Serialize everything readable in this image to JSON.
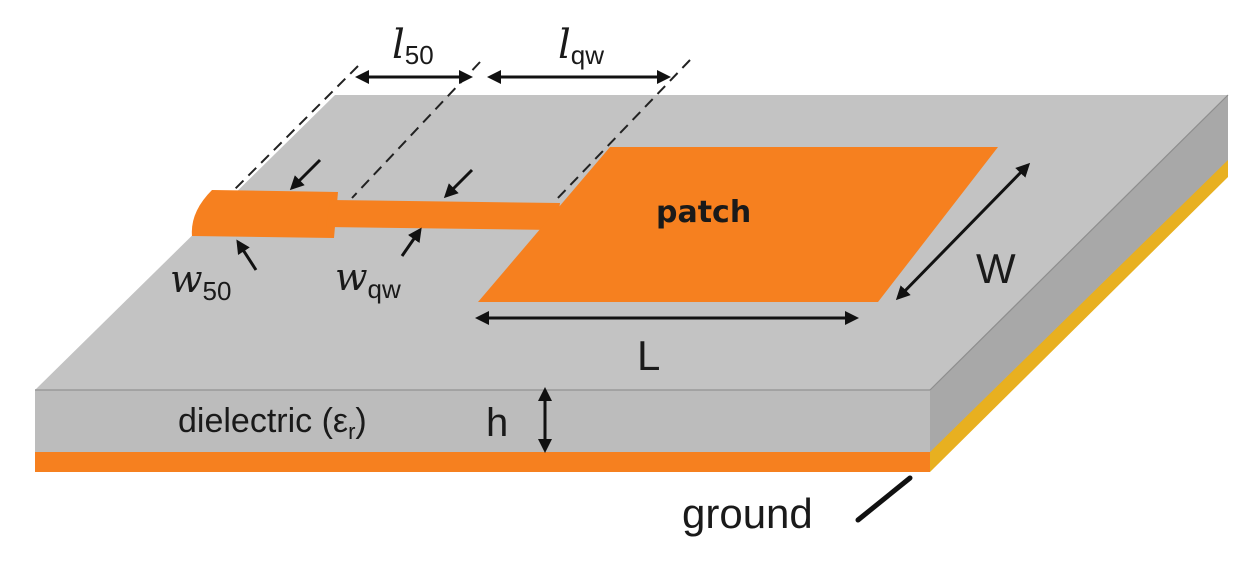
{
  "labels": {
    "l50_main": "l",
    "l50_sub": "50",
    "lqw_main": "l",
    "lqw_sub": "qw",
    "w50_main": "w",
    "w50_sub": "50",
    "wqw_main": "w",
    "wqw_sub": "qw",
    "patch": "patch",
    "W": "W",
    "L": "L",
    "h": "h",
    "dielectric_prefix": "dielectric (ε",
    "dielectric_sub": "r",
    "dielectric_suffix": ")",
    "ground": "ground"
  },
  "colors": {
    "substrate_top": "#c3c3c3",
    "substrate_front": "#b9b9b9",
    "substrate_side": "#a8a8a8",
    "copper": "#f6801f",
    "ground_edge": "#e8b020",
    "dimension_lines": "#111111"
  }
}
